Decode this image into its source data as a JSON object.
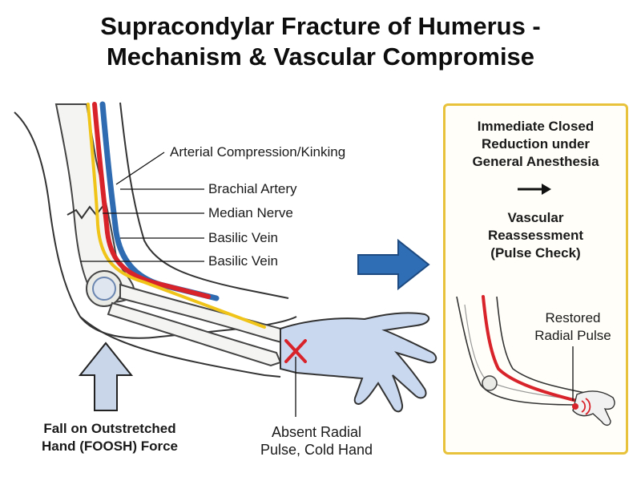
{
  "title": {
    "line1": "Supracondylar Fracture of Humerus -",
    "line2": "Mechanism & Vascular Compromise"
  },
  "labels": {
    "arterial_compression": "Arterial Compression/Kinking",
    "brachial_artery": "Brachial Artery",
    "median_nerve": "Median Nerve",
    "basilic_vein_1": "Basilic Vein",
    "basilic_vein_2": "Basilic Vein"
  },
  "force": {
    "line1": "Fall on Outstretched",
    "line2": "Hand (FOOSH) Force"
  },
  "pulse": {
    "line1": "Absent Radial",
    "line2": "Pulse, Cold Hand"
  },
  "treatment": {
    "step1_line1": "Immediate Closed",
    "step1_line2": "Reduction under",
    "step1_line3": "General Anesthesia",
    "step2_line1": "Vascular",
    "step2_line2": "Reassessment",
    "step2_line3": "(Pulse Check)",
    "restored_line1": "Restored",
    "restored_line2": "Radial Pulse"
  },
  "colors": {
    "artery": "#d9232a",
    "nerve": "#f0c419",
    "vein": "#2e6bb0",
    "box_border": "#e8c23a",
    "arrow_blue": "#2f6db5",
    "force_arrow": "#c9d6ea",
    "hand": "#c9d8ef"
  }
}
